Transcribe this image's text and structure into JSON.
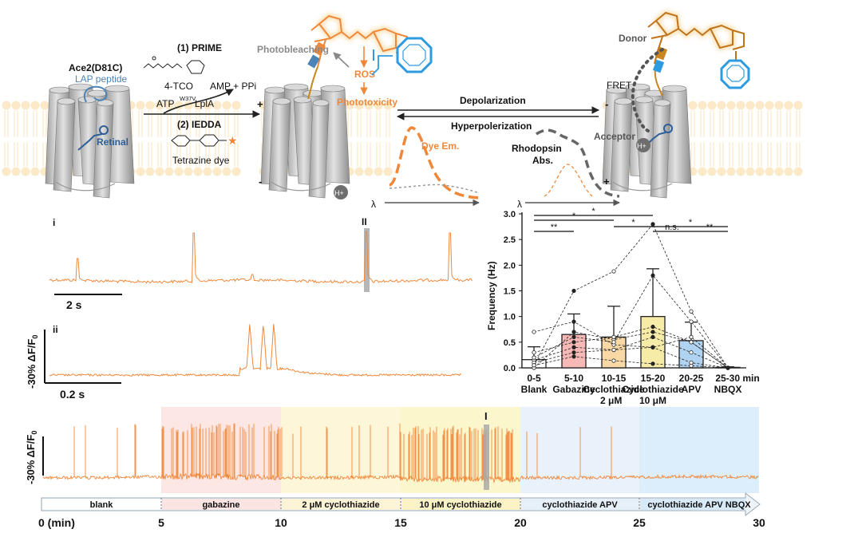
{
  "colors": {
    "orange": "#F0883A",
    "orange_dark": "#E0731E",
    "blue": "#2E9BE0",
    "steel_blue": "#4C84B8",
    "gray": "#9A9A9A",
    "dark_gray": "#555555",
    "membrane": "#FBE9C7"
  },
  "schematic": {
    "ace2_label": "Ace2(D81C)",
    "lap_label": "LAP peptide",
    "retinal_label": "Retinal",
    "prime_step": "(1) PRIME",
    "tco_label": "4-TCO",
    "atp_label": "ATP",
    "amp_label": "AMP + PPi",
    "lpla_sup": "W37V",
    "lpla_label": "LplA",
    "iedda_step": "(2) IEDDA",
    "tetrazine_label": "Tetrazine dye",
    "photobleaching_label": "Photobleaching",
    "ros_label": "ROS",
    "phototoxicity_label": "Phototoxicity",
    "depolarization_label": "Depolarization",
    "hyperpolarization_label": "Hyperpolerization",
    "dye_em_label": "Dye Em.",
    "rhodopsin_label": "Rhodopsin",
    "abs_label": "Abs.",
    "donor_label": "Donor",
    "fret_label": "FRET",
    "acceptor_label": "Acceptor",
    "proton_label": "H+",
    "plus": "+",
    "minus": "-",
    "lambda": "λ"
  },
  "traces": {
    "panel_i": "i",
    "panel_ii": "ii",
    "marker_II": "II",
    "marker_I": "I",
    "scale_time_i": "2 s",
    "scale_time_ii": "0.2 s",
    "scale_df_ii": "-30% ΔF/F",
    "scale_df_bottom": "-30% ΔF/F",
    "f0_sub": "0"
  },
  "timeline": {
    "segments": [
      "blank",
      "gabazine",
      "2 μM cyclothiazide",
      "10 μM cyclothiazide",
      "cyclothiazide APV",
      "cyclothiazide APV  NBQX"
    ],
    "ticks": [
      "0 (min)",
      "5",
      "10",
      "15",
      "20",
      "25",
      "30"
    ],
    "band_colors": [
      "#FFFFFF",
      "#FDE7E5",
      "#FEF6D8",
      "#FBF6CC",
      "#E9F2FB",
      "#DCEEFB"
    ]
  },
  "chart_data": {
    "type": "bar",
    "ylabel": "Frequency (Hz)",
    "ylim": [
      0,
      3.0
    ],
    "yticks": [
      "0.0",
      "0.5",
      "1.0",
      "1.5",
      "2.0",
      "2.5",
      "3.0"
    ],
    "categories": [
      "0-5",
      "5-10",
      "10-15",
      "15-20",
      "20-25",
      "25-30 min"
    ],
    "condition_labels": [
      "Blank",
      "Gabazine",
      "Cyclothiazide",
      "10 μM",
      "APV",
      "NBQX"
    ],
    "extra_label_cyclo": "2 μM",
    "extra_label_15_20": "15-20",
    "values": [
      0.16,
      0.65,
      0.6,
      1.0,
      0.53,
      0.01
    ],
    "errors": [
      0.25,
      0.4,
      0.6,
      0.93,
      0.36,
      0.01
    ],
    "bar_colors": [
      "#FFFFFF",
      "#F6B9B6",
      "#F8D9A6",
      "#F7EBA8",
      "#AFD3F0",
      "#FFFFFF"
    ],
    "subjects": [
      [
        0.05,
        0.22,
        0.14,
        0.08,
        0.04,
        0.0
      ],
      [
        0.0,
        0.7,
        0.55,
        0.7,
        0.5,
        0.0
      ],
      [
        0.3,
        0.5,
        0.6,
        0.8,
        0.5,
        0.0
      ],
      [
        0.15,
        0.4,
        0.35,
        0.6,
        0.3,
        0.0
      ],
      [
        0.7,
        0.9,
        0.45,
        0.4,
        0.6,
        0.0
      ],
      [
        0.1,
        0.3,
        0.35,
        0.4,
        0.1,
        0.0
      ],
      [
        0.05,
        1.5,
        1.88,
        2.8,
        1.1,
        0.0
      ],
      [
        0.2,
        0.6,
        0.5,
        1.8,
        0.9,
        0.0
      ]
    ],
    "significance": [
      {
        "from": 0,
        "to": 3,
        "label": "*"
      },
      {
        "from": 0,
        "to": 2,
        "label": "*"
      },
      {
        "from": 2,
        "to": 3,
        "label": "*"
      },
      {
        "from": 0,
        "to": 1,
        "label": "**"
      },
      {
        "from": 3,
        "to": 5,
        "label": "*"
      },
      {
        "from": 3,
        "to": 4,
        "label": "n.s."
      },
      {
        "from": 4,
        "to": 5,
        "label": "**"
      }
    ]
  }
}
